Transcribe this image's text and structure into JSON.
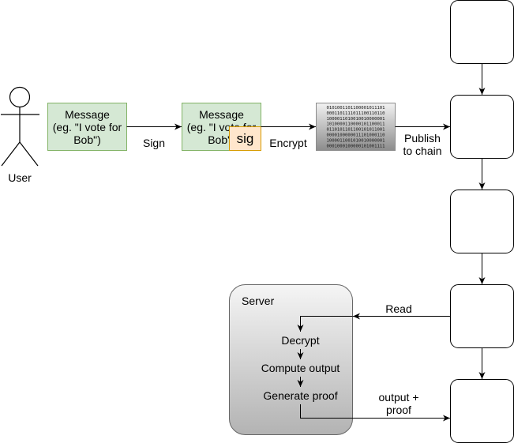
{
  "actor": {
    "label": "User"
  },
  "message_box": {
    "lines": [
      "Message",
      "(eg. \"I vote for",
      "Bob\")"
    ]
  },
  "signed_box": {
    "lines": [
      "Message",
      "(eg. \"I vote for",
      "Bob\")"
    ],
    "sig_label": "sig"
  },
  "encrypted_blob": {
    "lines": [
      "0101001101100001011101",
      "0001101111011100110110",
      "1000011010010010000001",
      "1010000110000101100011",
      "0110101101100101011001",
      "0000100000011101000110",
      "1000011001010010000001",
      "0001000100000101001111"
    ]
  },
  "edges": {
    "sign": "Sign",
    "encrypt": "Encrypt",
    "publish": [
      "Publish",
      "to chain"
    ],
    "read": "Read",
    "output": [
      "output +",
      "proof"
    ]
  },
  "server": {
    "title": "Server",
    "steps": [
      "Decrypt",
      "Compute output",
      "Generate proof"
    ]
  },
  "colors": {
    "message_fill": "#d5e8d4",
    "message_stroke": "#82b366",
    "sig_fill": "#ffe6cc",
    "sig_stroke": "#d79b00",
    "server_fill_top": "#f5f5f5",
    "server_fill_bottom": "#b3b3b3",
    "blob_fill_top": "#f2f2f2",
    "blob_fill_bottom": "#8c8c8c"
  }
}
